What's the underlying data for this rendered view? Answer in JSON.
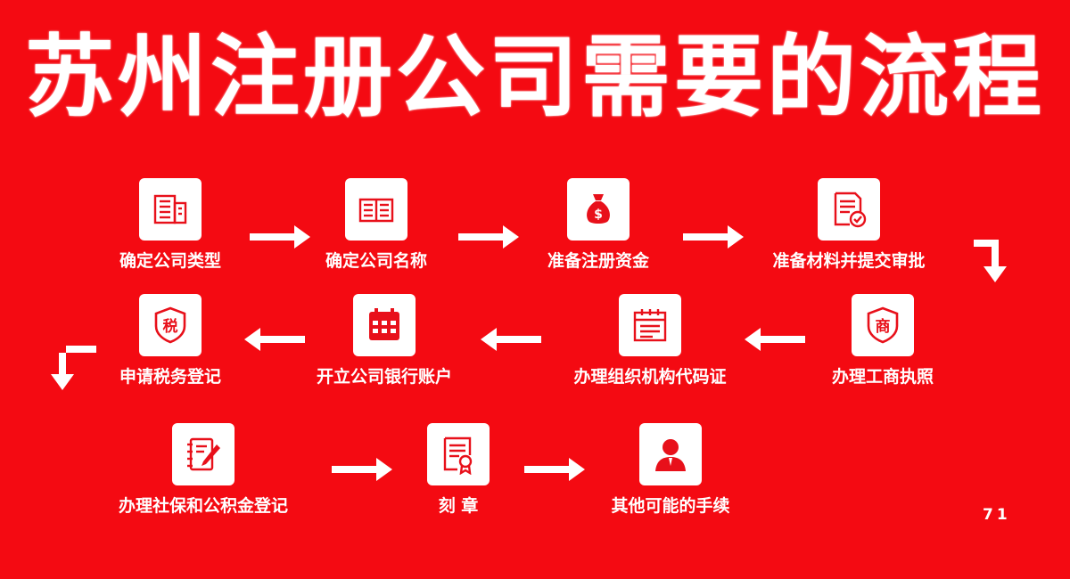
{
  "title": "苏州注册公司需要的流程",
  "steps": [
    {
      "label": "确定公司类型",
      "icon": "building-icon"
    },
    {
      "label": "确定公司名称",
      "icon": "book-icon"
    },
    {
      "label": "准备注册资金",
      "icon": "money-bag-icon"
    },
    {
      "label": "准备材料并提交审批",
      "icon": "document-check-icon"
    },
    {
      "label": "办理工商执照",
      "icon": "shang-badge-icon",
      "glyph": "商"
    },
    {
      "label": "办理组织机构代码证",
      "icon": "calendar-icon"
    },
    {
      "label": "开立公司银行账户",
      "icon": "calendar-grid-icon"
    },
    {
      "label": "申请税务登记",
      "icon": "tax-badge-icon",
      "glyph": "税"
    },
    {
      "label": "办理社保和公积金登记",
      "icon": "notepad-pen-icon"
    },
    {
      "label": "刻 章",
      "icon": "certificate-icon"
    },
    {
      "label": "其他可能的手续",
      "icon": "person-icon"
    }
  ],
  "page_number": "71",
  "colors": {
    "background": "#f40a12",
    "foreground": "#ffffff",
    "icon": "#e8101a"
  }
}
